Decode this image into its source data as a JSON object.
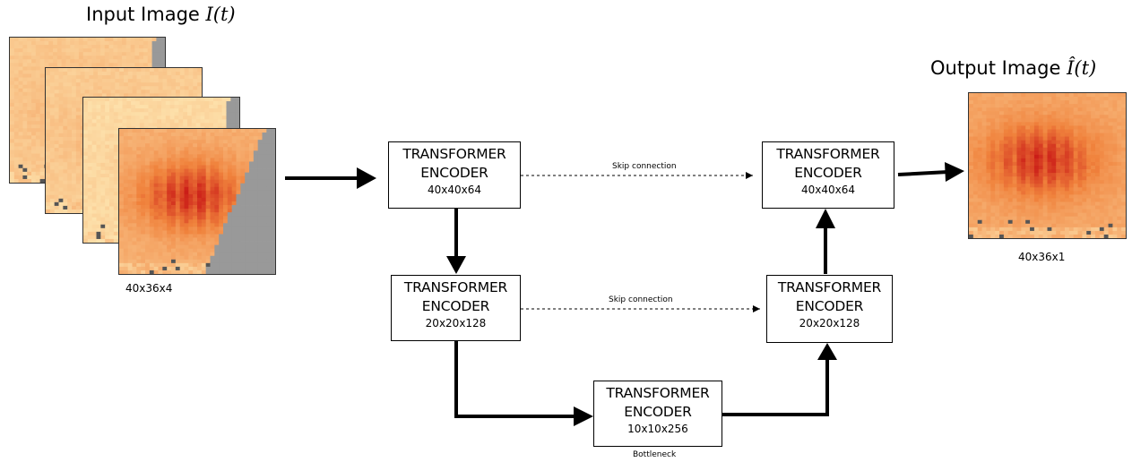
{
  "input": {
    "title_text": "Input Image ",
    "title_math": "I(t)",
    "dims": "40x36x4"
  },
  "output": {
    "title_text": "Output Image ",
    "title_math": "Î(t)",
    "dims": "40x36x1"
  },
  "encoders": [
    {
      "line1": "TRANSFORMER",
      "line2": "ENCODER",
      "dims": "40x40x64"
    },
    {
      "line1": "TRANSFORMER",
      "line2": "ENCODER",
      "dims": "20x20x128"
    },
    {
      "line1": "TRANSFORMER",
      "line2": "ENCODER",
      "dims": "10x10x256"
    },
    {
      "line1": "TRANSFORMER",
      "line2": "ENCODER",
      "dims": "20x20x128"
    },
    {
      "line1": "TRANSFORMER",
      "line2": "ENCODER",
      "dims": "40x40x64"
    }
  ],
  "skip_labels": [
    "Skip connection",
    "Skip connection"
  ],
  "bottleneck_label": "Bottleneck",
  "colors": {
    "heat_low": "#fff0bd",
    "heat_mid": "#f0823c",
    "heat_high": "#c81414",
    "mask_gray": "#999999",
    "dark_pixel": "#555555"
  }
}
